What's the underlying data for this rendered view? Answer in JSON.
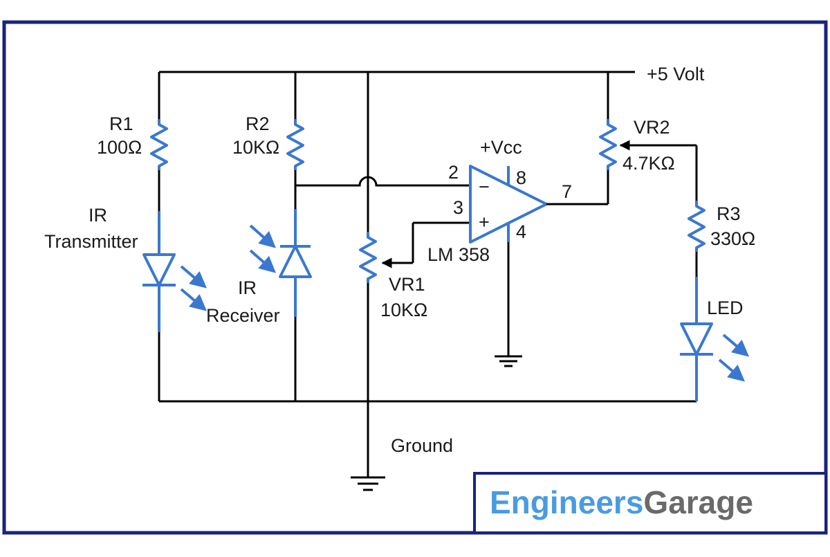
{
  "diagram": {
    "supply_label": "+5 Volt",
    "ground_label": "Ground",
    "r1": {
      "name": "R1",
      "value": "100Ω"
    },
    "r2": {
      "name": "R2",
      "value": "10KΩ"
    },
    "vr1": {
      "name": "VR1",
      "value": "10KΩ"
    },
    "vr2": {
      "name": "VR2",
      "value": "4.7KΩ"
    },
    "r3": {
      "name": "R3",
      "value": "330Ω"
    },
    "ir_tx": {
      "line1": "IR",
      "line2": "Transmitter"
    },
    "ir_rx": {
      "line1": "IR",
      "line2": "Receiver"
    },
    "led": "LED",
    "opamp": {
      "name": "LM 358",
      "vcc": "+Vcc",
      "minus": "−",
      "plus": "+",
      "pin_inv": "2",
      "pin_noninv": "3",
      "pin_vcc": "8",
      "pin_gnd": "4",
      "pin_out": "7"
    }
  },
  "logo": {
    "part1": "Engineers",
    "part2": "Garage"
  },
  "colors": {
    "frame": "#1a237e",
    "component": "#3a78d0",
    "wire": "#000000",
    "logo_blue": "#4a9be0",
    "logo_gray": "#6a6a6a"
  }
}
